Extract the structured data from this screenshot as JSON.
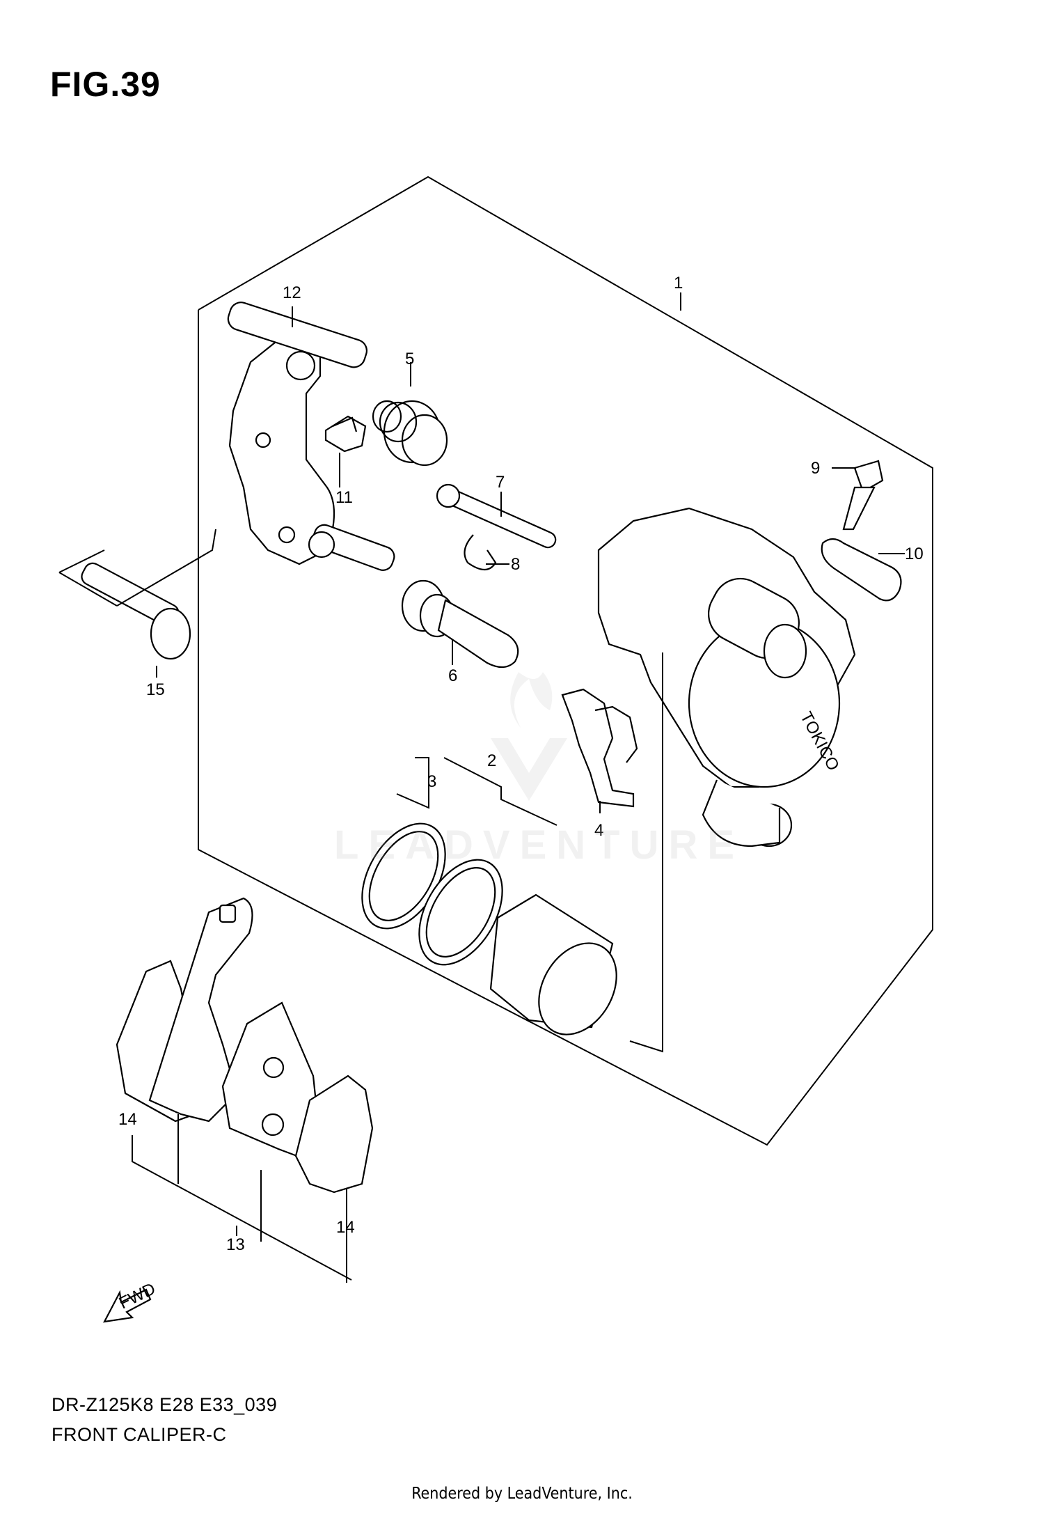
{
  "figure": {
    "title": "FIG.39"
  },
  "callouts": [
    "1",
    "2",
    "3",
    "4",
    "5",
    "6",
    "7",
    "8",
    "9",
    "10",
    "11",
    "12",
    "13",
    "14",
    "14",
    "15"
  ],
  "footer": {
    "code": "DR-Z125K8 E28 E33_039",
    "title": "FRONT CALIPER-C",
    "rendered_by": "Rendered by LeadVenture, Inc."
  },
  "watermark": "LEADVENTURE",
  "fwd_label": "FWD",
  "brand_mark": "TOKICO",
  "icons": [
    "fwd-arrow-icon",
    "leadventure-logo-icon"
  ]
}
